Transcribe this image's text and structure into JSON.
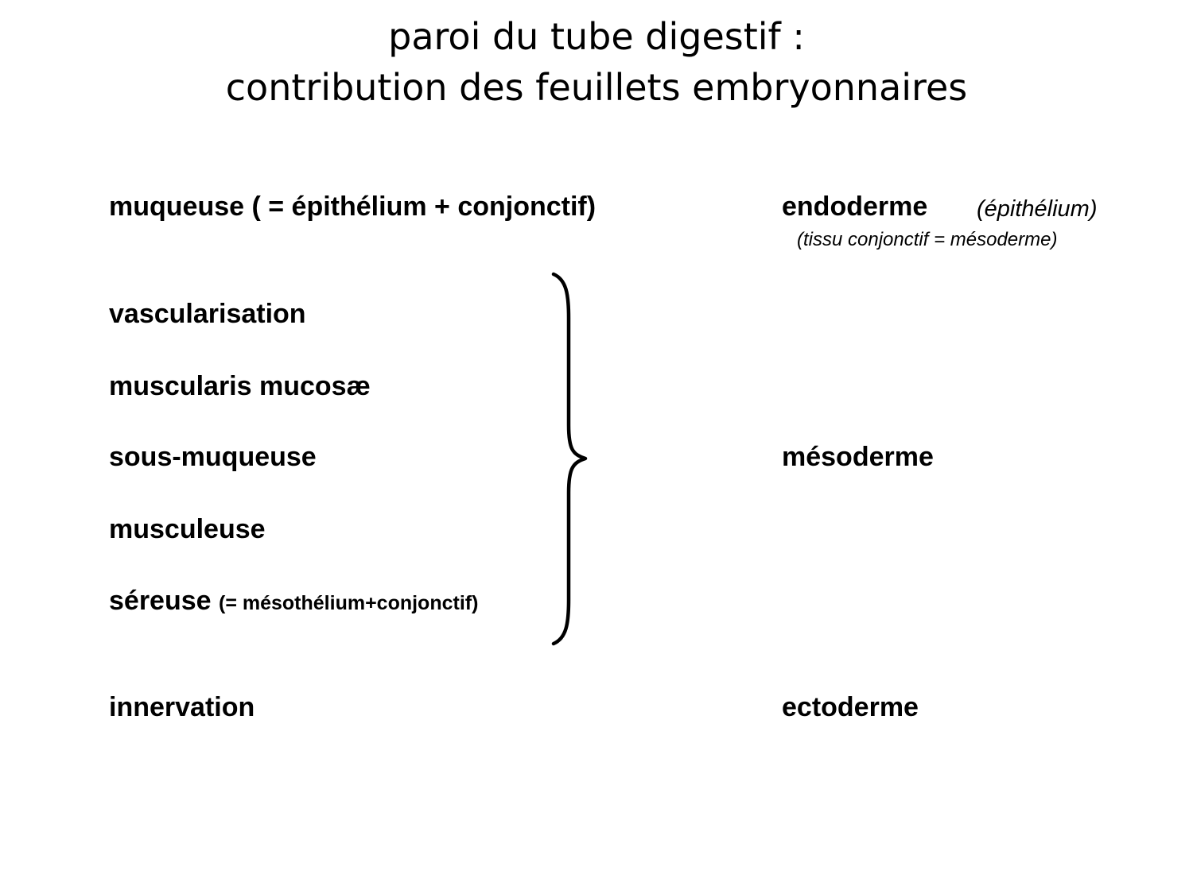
{
  "title": {
    "line1": "paroi du tube digestif :",
    "line2": "contribution des feuillets embryonnaires"
  },
  "rows": {
    "muqueuse": "muqueuse ( = épithélium + conjonctif)",
    "vascularisation": "vascularisation",
    "muscularis": "muscularis  mucosæ",
    "sous_muqueuse": "sous-muqueuse",
    "musculeuse": "musculeuse",
    "sereuse": "séreuse",
    "sereuse_note": "(= mésothélium+conjonctif)",
    "innervation": "innervation"
  },
  "origins": {
    "endoderme": "endoderme",
    "endoderme_note1": "(épithélium)",
    "endoderme_note2": "(tissu conjonctif = mésoderme)",
    "mesoderme": "mésoderme",
    "ectoderme": "ectoderme"
  }
}
